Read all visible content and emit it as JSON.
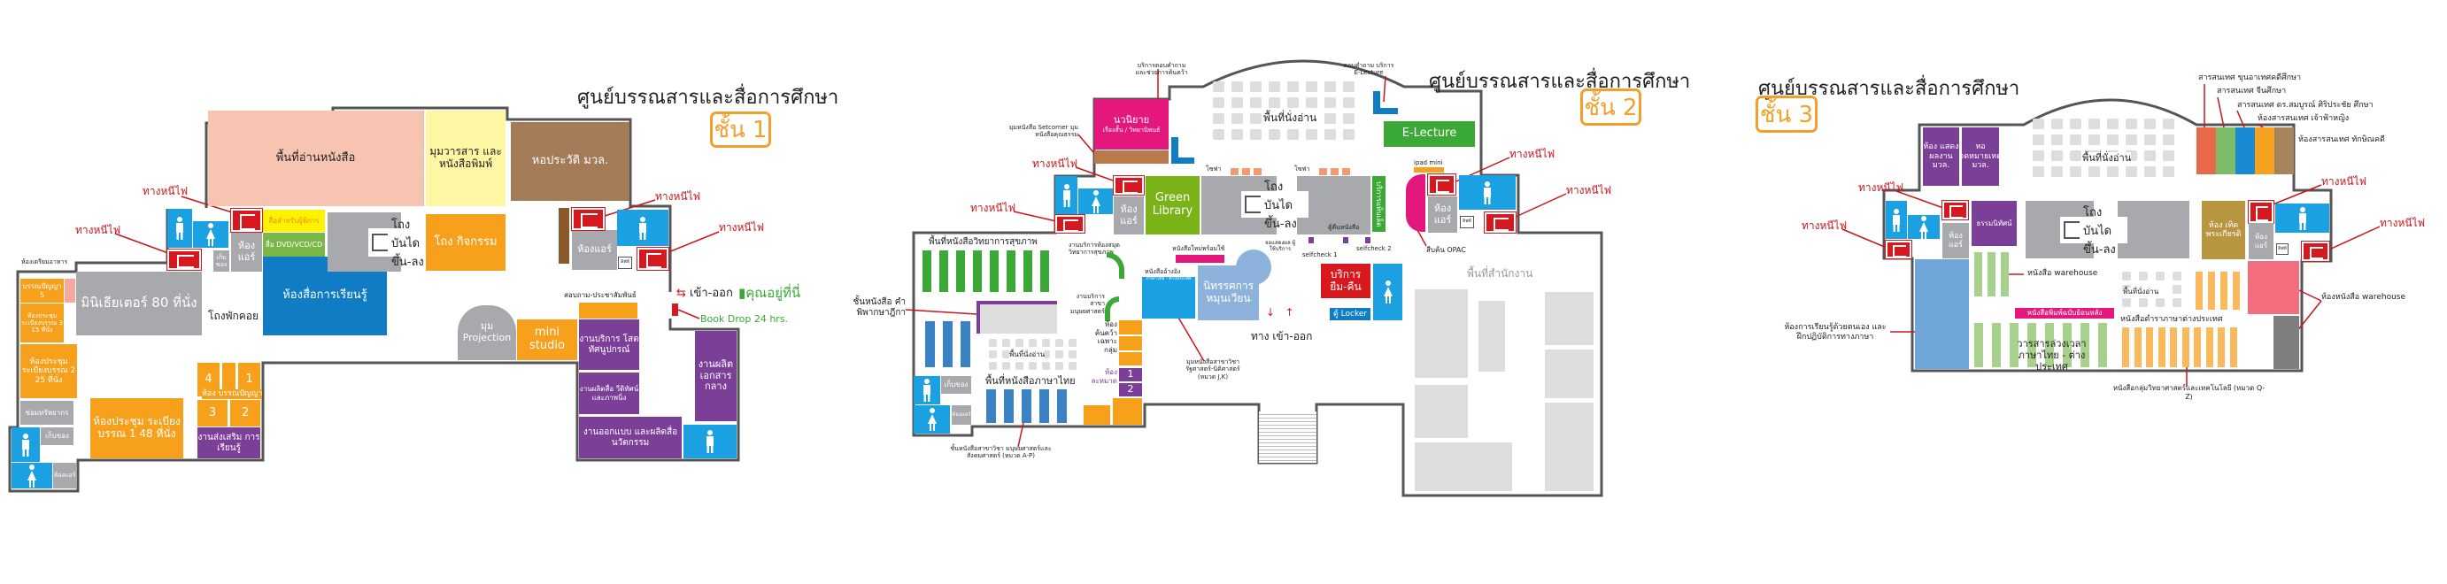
{
  "building_title": "ศูนย์บรรณสารและสื่อการศึกษา",
  "fire_exit": "ทางหนีไฟ",
  "air_room": "ห้องแอร์",
  "storage": "เก็บของ",
  "stairs": "โถงบันได ขึ้น-ลง",
  "reading_seats": "พื้นที่นั่งอ่าน",
  "lift": "ลิฟท์",
  "colors": {
    "orange": "#f7a01c",
    "purple": "#7b3f98",
    "gray": "#a7a9ac",
    "blue": "#0f7cc4",
    "restroom": "#1ba1e2",
    "fire_exit": "#d7191f",
    "green": "#7ab648",
    "magenta": "#e4187c"
  },
  "floor1": {
    "label": "ชั้น 1",
    "reading_area": "พื้นที่อ่านหนังสือ",
    "journal_corner": "มุมวารสาร และหนังสือพิมพ์",
    "history_hall": "หอประวัติ มวล.",
    "disabled_media": "สื่อสำหรับผู้พิการ",
    "dvd_media": "สื่อ DVD/VCD/CD",
    "learning_media_room": "ห้องสื่อการเรียนรู้",
    "activity_hall": "โถง กิจกรรม",
    "food_prep": "ห้องเตรียมอาหาร",
    "mini_theater": "มินิเธียเตอร์ 80 ที่นั่ง",
    "waiting_hall": "โถงพักคอย",
    "room_5": "บรรณปัญญา 5",
    "meeting_3": "ห้องประชุม ระเบียงบรรณ 3 15 ที่นั่ง",
    "meeting_2": "ห้องประชุม ระเบียงบรรณ 2 25 ที่นั่ง",
    "repair": "ซ่อมทรัพยากร",
    "meeting_1": "ห้องประชุม ระเบียงบรรณ 1 48 ที่นั่ง",
    "study_rooms_label": "ห้อง บรรณปัญญา",
    "study_rooms": [
      "4",
      "1",
      "3",
      "2"
    ],
    "learning_promotion": "งานส่งเสริม การเรียนรู้",
    "projection": "มุม Projection",
    "mini_studio": "mini studio",
    "info_desk": "สอบถาม-ประชาสัมพันธ์",
    "av_service": "งานบริการ โสตทัศนูปกรณ์",
    "video_production": "งานผลิตสื่อ วีดิทัศน์และภาพนิ่ง",
    "design_production": "งานออกแบบ และผลิตสื่อนวัตกรรม",
    "central_docs": "งานผลิต เอกสาร กลาง",
    "entrance": "เข้า-ออก",
    "you_are_here": "คุณอยู่ที่นี่",
    "book_drop": "Book Drop 24 hrs."
  },
  "floor2": {
    "label": "ชั้น 2",
    "research_help": "บริการตอบคำถาม และช่วยการค้นคว้า",
    "electure_desk": "ตอบคำถาม บริการ E-Lecture",
    "novels": "นวนิยาย",
    "novels_sub": "เรื่องสั้น / วิทยานิพนธ์",
    "setcorner": "มุมหนังสือ Setcorner มุมหนังสือคุณธรรม",
    "electure": "E-Lecture",
    "sofa": "โซฟา",
    "green_library": "Green Library",
    "tablet_service": "บริการแท็บเล็ต",
    "ipad": "ipad mini",
    "opac": "สืบค้น OPAC",
    "display_screen": "จอแสดงผล ผู้ใช้บริการ",
    "selfcheck1": "selfcheck 1",
    "selfcheck2": "selfcheck 2",
    "book_return": "ตู้คืนหนังสือ",
    "health_books": "พื้นที่หนังสือวิทยาการสุขภาพ",
    "health_service": "งานบริการห้องสมุด วิทยาการสุขภาพ",
    "new_books": "หนังสือใหม่พร้อมใช้",
    "reference": "หนังสืออ้างอิง",
    "reference_sub": "ภาษาไทย - ต่างประเทศ",
    "exhibition": "นิทรรศการ หมุนเวียน",
    "borrow_return": "บริการ ยืม-คืน",
    "locker": "ตู้ Locker",
    "entrance": "ทาง เข้า-ออก",
    "office": "พื้นที่สำนักงาน",
    "supreme_court": "ชั้นหนังสือ คำพิพากษาฎีกา",
    "humanities_service": "งานบริการ สาขามนุษยศาสตร์",
    "group_study": "ห้อง ค้นคว้า เฉพาะ กลุ่ม",
    "prayer_room": "ห้อง ละหมาด",
    "prayer_numbers": [
      "1",
      "2"
    ],
    "thai_books": "พื้นที่หนังสือภาษาไทย",
    "law_corner": "มุมหนังสือสาขาวิชา รัฐศาสตร์-นิติศาสตร์ (หมวด J,K)",
    "humanities_shelves": "ชั้นหนังสือสาขาวิชา มนุษยศาสตร์และสังคมศาสตร์ (หมวด A-P)"
  },
  "floor3": {
    "label": "ชั้น 3",
    "info_khun": "สารสนเทศ ขุนอาเทศคดีศึกษา",
    "info_china": "สารสนเทศ จีนศึกษา",
    "info_somboon": "สารสนเทศ ดร.สมบูรณ์ ศิริประชัย ศึกษา",
    "info_princess": "ห้องสารสนเทศ เจ้าฟ้าหญิง",
    "info_south": "ห้องสารสนเทศ ทักษิณคดี",
    "info_colors": [
      "#e8684a",
      "#7dbd6a",
      "#1a8ad4",
      "#f6a21e",
      "#a5845e"
    ],
    "exhibit_room": "ห้อง แสดงผลงาน มวล.",
    "archives": "หอ จดหมายเหตุ มวล.",
    "dhamma": "ธรรมนิทัศน์",
    "honor_room": "ห้อง เทิด พระเกียรติ",
    "warehouse_books": "หนังสือ warehouse",
    "old_newspapers": "หนังสือพิมพ์ฉบับย้อนหลัง",
    "foreign_texts": "หนังสือตำราภาษาต่างประเทศ",
    "old_journals": "วารสารล่วงเวลา ภาษาไทย - ต่างประเทศ",
    "self_learning": "ห้องการเรียนรู้ด้วยตนเอง และฝึกปฏิบัติการทางภาษา",
    "warehouse_room": "ห้องหนังสือ warehouse",
    "science_books": "หนังสือกลุ่มวิทยาศาสตร์และเทคโนโลยี (หมวด Q-Z)"
  }
}
